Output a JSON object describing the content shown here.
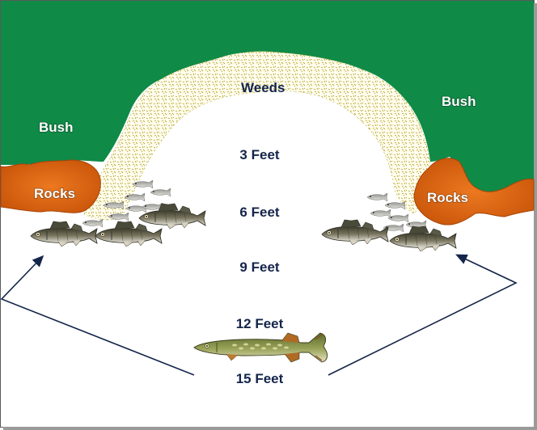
{
  "labels": {
    "bush_left": "Bush",
    "bush_right": "Bush",
    "weeds": "Weeds",
    "rocks_left": "Rocks",
    "rocks_right": "Rocks"
  },
  "depths": [
    "3 Feet",
    "6 Feet",
    "9 Feet",
    "12 Feet",
    "15 Feet"
  ],
  "colors": {
    "bush": "#0f8a47",
    "rocks": "#e5680f",
    "weeds": "#b8a830",
    "water": "#ffffff",
    "text_dark": "#14254a",
    "arrow": "#14254a",
    "frame": "#5a5a5a"
  },
  "icons": {
    "walleye": "walleye-fish-icon",
    "baitfish": "baitfish-icon",
    "pike": "pike-fish-icon"
  }
}
